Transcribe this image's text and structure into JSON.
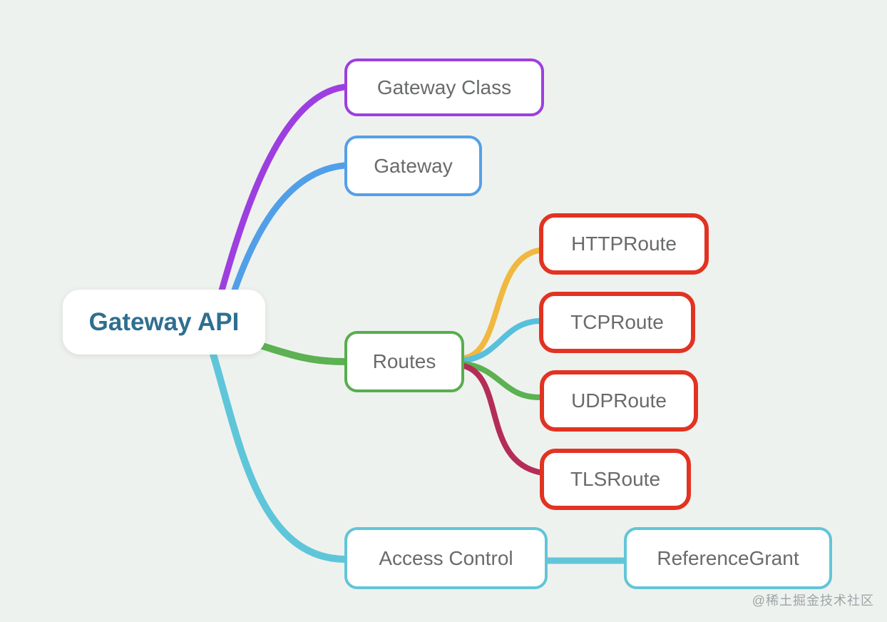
{
  "canvas": {
    "background_color": "#eef2ee",
    "node_fill_color": "#ffffff",
    "node_text_color": "#696a6c"
  },
  "root": {
    "label": "Gateway API",
    "text_color": "#2e6f90"
  },
  "nodes": {
    "gateway_class": {
      "label": "Gateway Class",
      "border_color": "#9d3fe0"
    },
    "gateway": {
      "label": "Gateway",
      "border_color": "#54a0e8"
    },
    "routes": {
      "label": "Routes",
      "border_color": "#57ae4e"
    },
    "http_route": {
      "label": "HTTPRoute",
      "border_color": "#e23322"
    },
    "tcp_route": {
      "label": "TCPRoute",
      "border_color": "#e23322"
    },
    "udp_route": {
      "label": "UDPRoute",
      "border_color": "#e23322"
    },
    "tls_route": {
      "label": "TLSRoute",
      "border_color": "#e23322"
    },
    "access_control": {
      "label": "Access Control",
      "border_color": "#62c5d8"
    },
    "reference_grant": {
      "label": "ReferenceGrant",
      "border_color": "#62c5d8"
    }
  },
  "edges": {
    "root_to_gateway_class": {
      "color": "#9d3fe0"
    },
    "root_to_gateway": {
      "color": "#519fe8"
    },
    "root_to_routes": {
      "color": "#5cb152"
    },
    "root_to_access_control": {
      "color": "#5fc6d9"
    },
    "routes_to_http_route": {
      "color": "#f0b840"
    },
    "routes_to_tcp_route": {
      "color": "#57c0dd"
    },
    "routes_to_udp_route": {
      "color": "#5cb152"
    },
    "routes_to_tls_route": {
      "color": "#b42d59"
    },
    "access_control_to_reference_grant": {
      "color": "#62c5d8"
    }
  },
  "watermark": {
    "text": "@稀土掘金技术社区"
  }
}
